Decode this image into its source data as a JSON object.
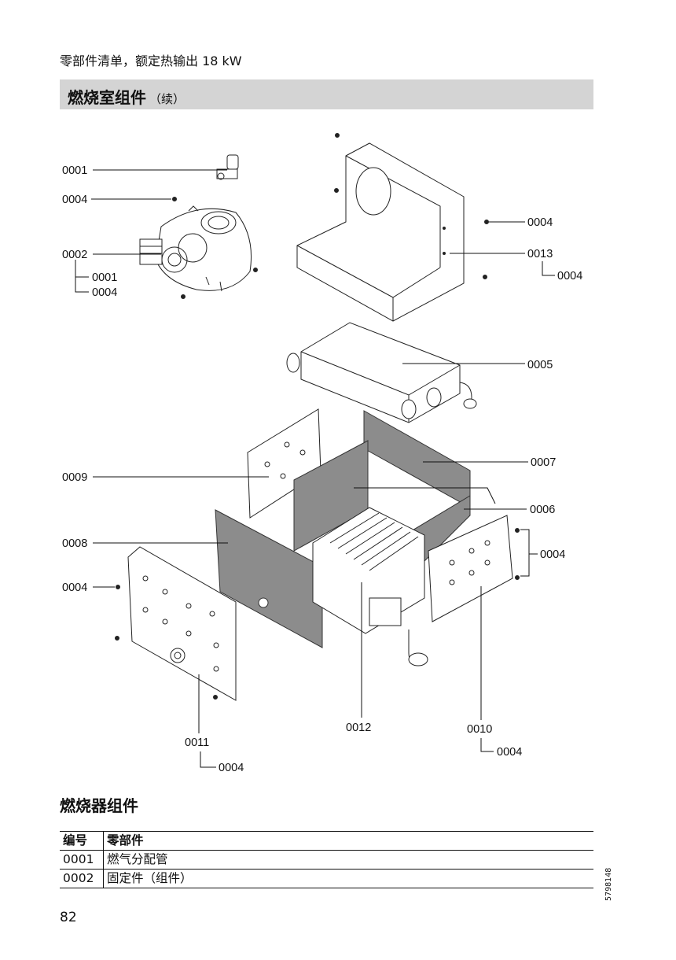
{
  "header": {
    "text": "零部件清单，额定热输出 18 kW"
  },
  "section": {
    "title": "燃烧室组件",
    "subtitle": "（续）"
  },
  "callouts": {
    "c0001": "0001",
    "c0002": "0002",
    "c0004": "0004",
    "c0005": "0005",
    "c0006": "0006",
    "c0007": "0007",
    "c0008": "0008",
    "c0009": "0009",
    "c0010": "0010",
    "c0011": "0011",
    "c0012": "0012",
    "c0013": "0013"
  },
  "table": {
    "title": "燃烧器组件",
    "headers": {
      "number": "编号",
      "part": "零部件"
    },
    "rows": [
      {
        "number": "0001",
        "part": "燃气分配管"
      },
      {
        "number": "0002",
        "part": "固定件（组件）"
      }
    ]
  },
  "footer": {
    "page_number": "82",
    "doc_code": "5798148"
  }
}
